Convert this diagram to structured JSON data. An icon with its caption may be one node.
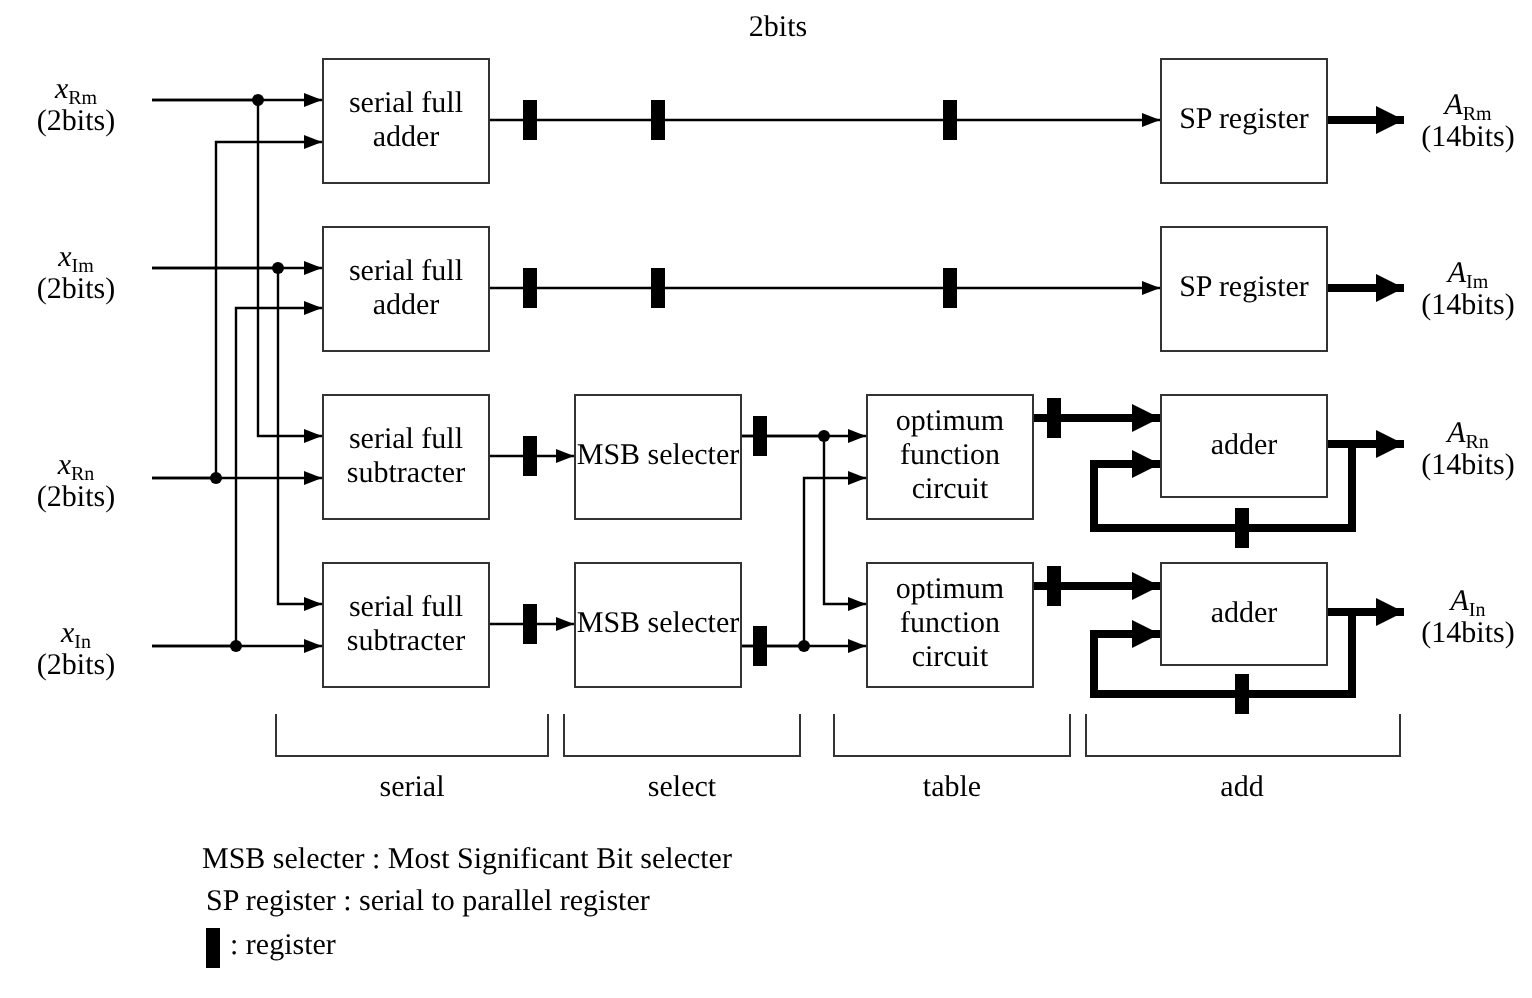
{
  "diagram": {
    "nodes": [
      {
        "text": [
          "*x*$_{Rm}$",
          "(2bits)"
        ]
      },
      {
        "text": [
          "*x*$_{Im}$",
          "(2bits)"
        ]
      },
      {
        "text": [
          "*x*$_{Rn}$",
          "(2bits)"
        ]
      },
      {
        "text": [
          "*x*$_{In}$",
          "(2bits)"
        ]
      },
      {
        "text": [
          "serial full adder"
        ]
      },
      {
        "text": [
          "serial full adder"
        ]
      },
      {
        "text": [
          "serial full subtracter"
        ]
      },
      {
        "text": [
          "serial full subtracter"
        ]
      },
      {
        "text": [
          "MSB selecter"
        ]
      },
      {
        "text": [
          "MSB selecter"
        ]
      },
      {
        "text": [
          "optimum function circuit"
        ]
      },
      {
        "text": [
          "optimum function circuit"
        ]
      },
      {
        "text": [
          "SP register"
        ]
      },
      {
        "text": [
          "SP register"
        ]
      },
      {
        "text": [
          "adder"
        ]
      },
      {
        "text": [
          "adder"
        ]
      },
      {
        "text": [
          "*A*$_{Rm}$",
          "(14bits)"
        ]
      },
      {
        "text": [
          "*A*$_{Im}$",
          "(14bits)"
        ]
      },
      {
        "text": [
          "*A*$_{Rn}$",
          "(14bits)"
        ]
      },
      {
        "text": [
          "*A*$_{In}$",
          "(14bits)"
        ]
      }
    ],
    "edges": [
      {
        "from": 0,
        "to": 4,
        "arrow": "to"
      },
      {
        "from": 0,
        "to": 6,
        "arrow": "to"
      },
      {
        "from": 1,
        "to": 5,
        "arrow": "to"
      },
      {
        "from": 1,
        "to": 7,
        "arrow": "to"
      },
      {
        "from": 2,
        "to": 6,
        "arrow": "to"
      },
      {
        "from": 2,
        "to": 4,
        "arrow": "to"
      },
      {
        "from": 3,
        "to": 7,
        "arrow": "to"
      },
      {
        "from": 3,
        "to": 5,
        "arrow": "to"
      },
      {
        "from": 4,
        "to": 12,
        "arrow": "to"
      },
      {
        "from": 5,
        "to": 13,
        "arrow": "to"
      },
      {
        "from": 6,
        "to": 8,
        "arrow": "to"
      },
      {
        "from": 7,
        "to": 9,
        "arrow": "to"
      },
      {
        "from": 8,
        "to": 10,
        "arrow": "to"
      },
      {
        "from": 8,
        "to": 11,
        "arrow": "to"
      },
      {
        "from": 9,
        "to": 11,
        "arrow": "to"
      },
      {
        "from": 9,
        "to": 10,
        "arrow": "to"
      },
      {
        "from": 10,
        "to": 14,
        "arrow": "to",
        "style": "thick"
      },
      {
        "from": 11,
        "to": 15,
        "arrow": "to",
        "style": "thick"
      },
      {
        "from": 12,
        "to": 16,
        "arrow": "to",
        "style": "thick"
      },
      {
        "from": 13,
        "to": 17,
        "arrow": "to",
        "style": "thick"
      },
      {
        "from": 14,
        "to": 18,
        "arrow": "to",
        "style": "thick"
      },
      {
        "from": 14,
        "to": 14,
        "arrow": "to",
        "style": "thick"
      },
      {
        "from": 15,
        "to": 19,
        "arrow": "to",
        "style": "thick"
      },
      {
        "from": 15,
        "to": 15,
        "arrow": "to",
        "style": "thick"
      }
    ],
    "labels": [
      "2bits",
      "serial",
      "select",
      "table",
      "add",
      "MSB selecter : Most Significant Bit selecter",
      "SP register : serial to parallel register"
    ],
    "legend": [
      {
        "text": ": register"
      }
    ]
  }
}
